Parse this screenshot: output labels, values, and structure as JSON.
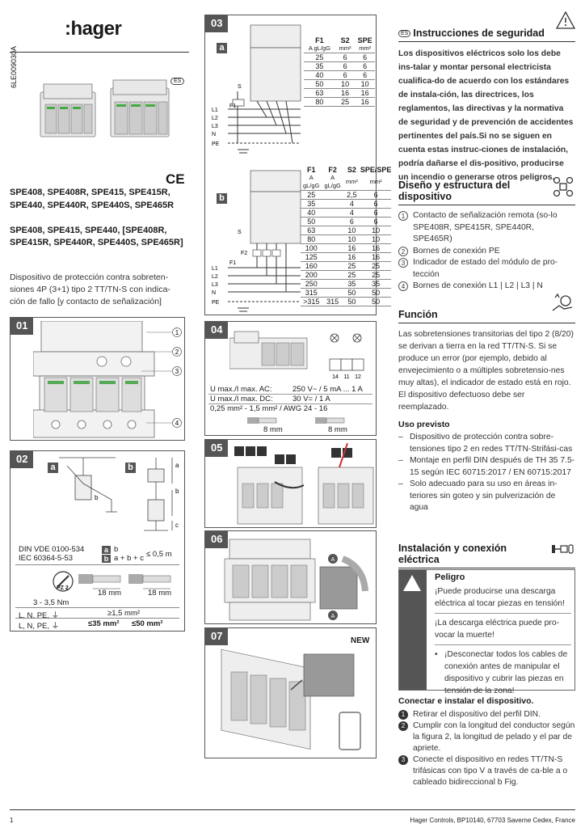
{
  "header": {
    "logo": ":hager",
    "doc_id": "6LE009030A",
    "lang_badge": "ES",
    "ce_mark": "CE"
  },
  "models_line1": "SPE408, SPE408R, SPE415, SPE415R, SPE440, SPE440R, SPE440S, SPE465R",
  "models_line2": "SPE408, SPE415, SPE440, [SPE408R, SPE415R, SPE440R, SPE440S, SPE465R]",
  "description": "Dispositivo de protección contra sobreten-siones 4P (3+1) tipo 2 TT/TN-S con indica-ción de fallo [y contacto de señalización]",
  "figures": {
    "f01": {
      "num": "01",
      "callouts": [
        "1",
        "2",
        "3",
        "4"
      ]
    },
    "f02": {
      "num": "02",
      "label_a": "a",
      "label_b": "b",
      "std1": "DIN VDE 0100-534",
      "std2": "IEC 60364-5-53",
      "row1": "b",
      "row2": "a + b + c",
      "limit": "≤ 0,5 m",
      "pz": "PZ 2",
      "torque": "3 - 3,5 Nm",
      "strip1": "18 mm",
      "strip2": "18 mm",
      "cond1": "L, N, PE, ⏚",
      "cond2": "L, N, PE, ⏚",
      "min": "≥1,5 mm²",
      "max1": "≤35 mm²",
      "max2": "≤50 mm²"
    },
    "f03": {
      "num": "03",
      "label_a": "a",
      "label_b": "b",
      "ta_headers": [
        "F1",
        "S2",
        "SPE"
      ],
      "ta_sub": [
        "A gL/gG",
        "mm²",
        "mm²"
      ],
      "ta_rows": [
        [
          "25",
          "6",
          "6"
        ],
        [
          "35",
          "6",
          "6"
        ],
        [
          "40",
          "6",
          "6"
        ],
        [
          "50",
          "10",
          "10"
        ],
        [
          "63",
          "16",
          "16"
        ],
        [
          "80",
          "25",
          "16"
        ]
      ],
      "tb_headers": [
        "F1",
        "F2",
        "S2",
        "SPE/SPE"
      ],
      "tb_sub": [
        "A gL/gG",
        "A gL/gG",
        "mm²",
        "mm²"
      ],
      "tb_rows": [
        [
          "25",
          "",
          "2,5",
          "6"
        ],
        [
          "35",
          "",
          "4",
          "6"
        ],
        [
          "40",
          "",
          "4",
          "6"
        ],
        [
          "50",
          "",
          "6",
          "6"
        ],
        [
          "63",
          "",
          "10",
          "10"
        ],
        [
          "80",
          "",
          "10",
          "10"
        ],
        [
          "100",
          "",
          "16",
          "16"
        ],
        [
          "125",
          "",
          "16",
          "16"
        ],
        [
          "160",
          "",
          "25",
          "25"
        ],
        [
          "200",
          "",
          "25",
          "25"
        ],
        [
          "250",
          "",
          "35",
          "35"
        ],
        [
          "315",
          "",
          "50",
          "50"
        ],
        [
          ">315",
          "315",
          "50",
          "50"
        ]
      ],
      "lines": [
        "L1",
        "L2",
        "L3",
        "N",
        "PE"
      ]
    },
    "f04": {
      "num": "04",
      "ac_label": "U max./I max. AC:",
      "ac_val": "250 V~ / 5 mA ... 1 A",
      "dc_label": "U max./I max. DC:",
      "dc_val": "30 V= / 1 A",
      "wire": "0,25 mm² - 1,5 mm² / AWG 24 - 16",
      "strip1": "8 mm",
      "strip2": "8 mm",
      "terminals": [
        "14",
        "11",
        "12"
      ]
    },
    "f05": {
      "num": "05"
    },
    "f06": {
      "num": "06",
      "steps": [
        "A",
        "A"
      ]
    },
    "f07": {
      "num": "07",
      "new": "NEW"
    }
  },
  "safety": {
    "badge": "ES",
    "title": "Instrucciones de seguridad",
    "text": "Los dispositivos eléctricos solo los debe ins-talar y montar personal electricista cualifica-do de acuerdo con los estándares de instala-ción, las directrices, los reglamentos, las directivas y la normativa de seguridad y de prevención de accidentes pertinentes del país.Si no se siguen en cuenta estas instruc-ciones de instalación, podría dañarse el dis-positivo, producirse un incendio o generarse otros peligros."
  },
  "design": {
    "title": "Diseño y estructura del dispositivo",
    "items": [
      {
        "n": "1",
        "text": "Contacto de señalización remota (so-lo SPE408R, SPE415R, SPE440R, SPE465R)"
      },
      {
        "n": "2",
        "text": "Bornes de conexión PE"
      },
      {
        "n": "3",
        "text": "Indicador de estado del módulo de pro-tección"
      },
      {
        "n": "4",
        "text": "Bornes de conexión L1 | L2 | L3 | N"
      }
    ]
  },
  "function": {
    "title": "Función",
    "text": "Las sobretensiones transitorias del tipo 2 (8/20) se derivan a tierra en la red TT/TN-S. Si se produce un error (por ejemplo, debido al envejecimiento o a múltiples sobretensio-nes muy altas), el indicador de estado está en rojo. El dispositivo defectuoso debe ser reemplazado.",
    "use_title": "Uso previsto",
    "use_items": [
      "Dispositivo de protección contra sobre-tensiones tipo 2 en redes TT/TN-Strifási-cas",
      "Montaje en perfil DIN después de TH 35 7.5-15 según IEC 60715:2017 / EN 60715:2017",
      "Solo adecuado para su uso en áreas in-teriores sin goteo y sin pulverización de agua"
    ]
  },
  "install": {
    "title": "Instalación y conexión eléctrica",
    "danger_title": "Peligro",
    "danger_p1": "¡Puede producirse una descarga eléctrica al tocar piezas en tensión!",
    "danger_p2": "¡La descarga eléctrica puede pro-vocar la muerte!",
    "danger_p3": "¡Desconectar todos los cables de conexión antes de manipular el dispositivo y cubrir las piezas en tensión de la zona!",
    "connect_title": "Conectar e instalar el dispositivo.",
    "steps": [
      {
        "n": "1",
        "text": "Retirar el dispositivo del perfil DIN."
      },
      {
        "n": "2",
        "text": "Cumplir con la longitud del conductor según la figura 2, la longitud de pelado y el par de apriete."
      },
      {
        "n": "3",
        "text": "Conecte el dispositivo en redes TT/TN-S trifásicas con tipo V a través de ca-ble a o cableado bidireccional b Fig."
      }
    ]
  },
  "footer": {
    "page": "1",
    "address": "Hager Controls, BP10140, 67703 Saverne Cedex, France"
  }
}
